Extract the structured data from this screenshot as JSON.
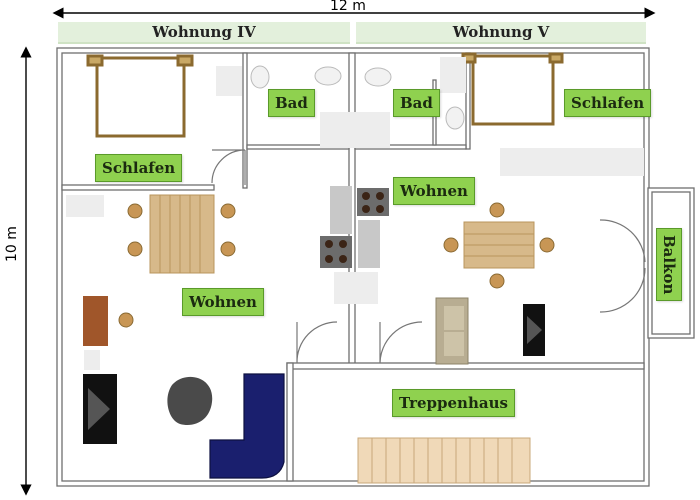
{
  "dimensions": {
    "width": "12 m",
    "height": "10 m"
  },
  "apartments": {
    "left": "Wohnung IV",
    "right": "Wohnung V"
  },
  "rooms": {
    "schlafen_iv": "Schlafen",
    "bad_iv": "Bad",
    "bad_v": "Bad",
    "schlafen_v": "Schlafen",
    "wohnen_v": "Wohnen",
    "wohnen_iv": "Wohnen",
    "balkon": "Balkon",
    "treppenhaus": "Treppenhaus"
  },
  "colors": {
    "label_background": "#8fd14f",
    "header_background": "#e3f0dc",
    "wall": "#ffffff",
    "furniture_wood": "#d7b98a",
    "sofa": "#1a1f6e"
  }
}
